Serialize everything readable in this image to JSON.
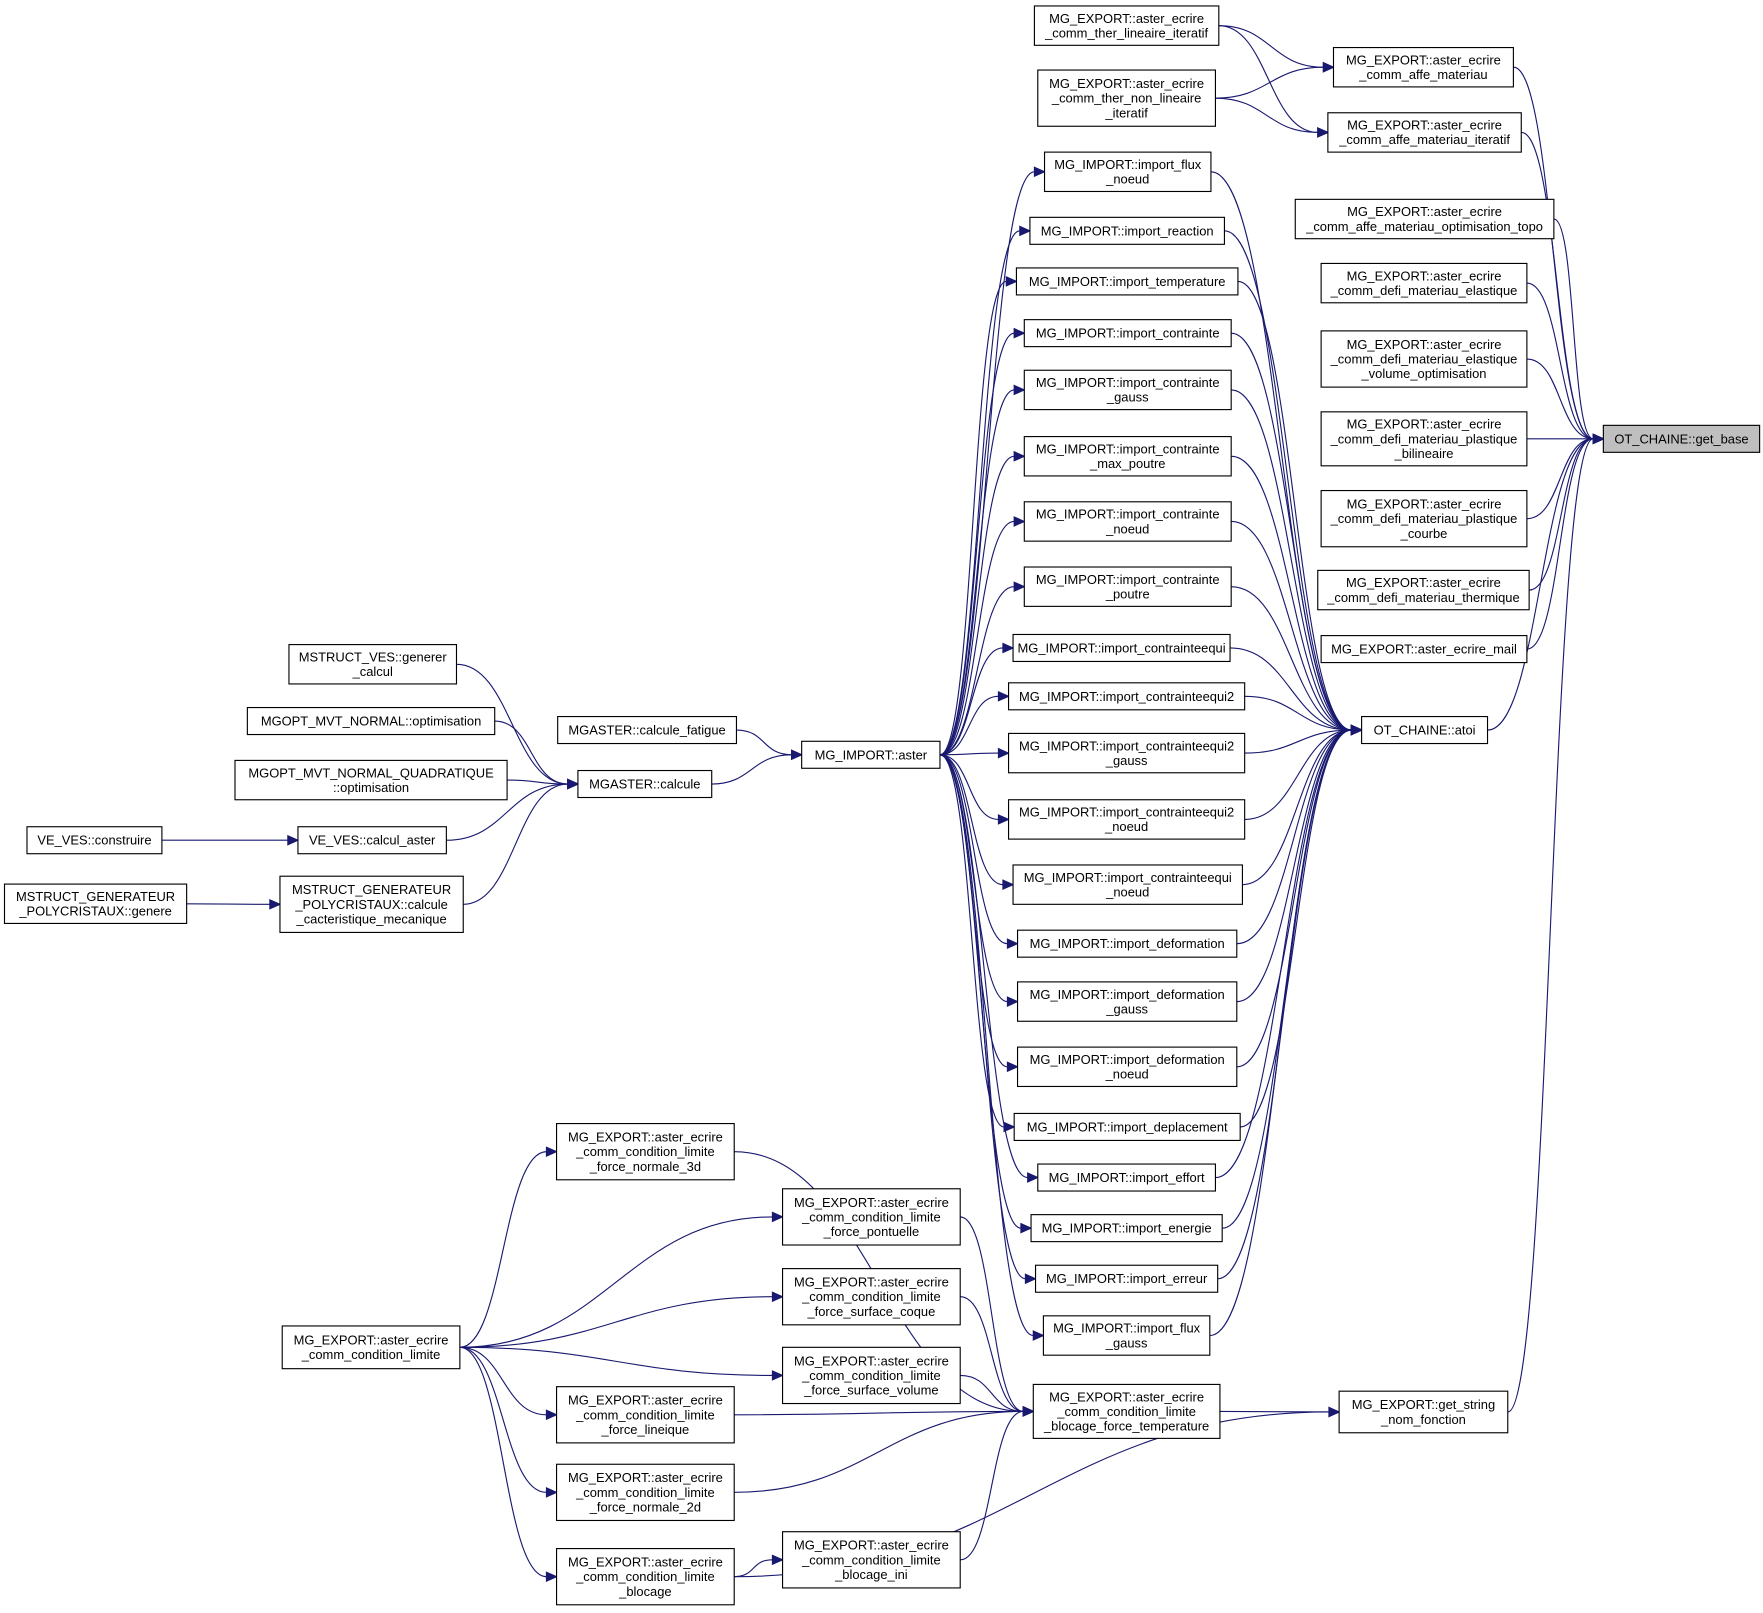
{
  "diagram": {
    "type": "doxygen-caller-graph",
    "focus_node": "get_base",
    "colors": {
      "edge": "#191970",
      "focus_fill": "#bfbfbf",
      "node_fill": "#ffffff",
      "border": "#000000"
    },
    "nodes": {
      "get_base": [
        "OT_CHAINE::get_base"
      ],
      "atoi": [
        "OT_CHAINE::atoi"
      ],
      "affe_mat": [
        "MG_EXPORT::aster_ecrire",
        "_comm_affe_materiau"
      ],
      "affe_mat_it": [
        "MG_EXPORT::aster_ecrire",
        "_comm_affe_materiau_iteratif"
      ],
      "ther_lin": [
        "MG_EXPORT::aster_ecrire",
        "_comm_ther_lineaire_iteratif"
      ],
      "ther_nonlin": [
        "MG_EXPORT::aster_ecrire",
        "_comm_ther_non_lineaire",
        "_iteratif"
      ],
      "affe_opt": [
        "MG_EXPORT::aster_ecrire",
        "_comm_affe_materiau_optimisation_topo"
      ],
      "defi_elas": [
        "MG_EXPORT::aster_ecrire",
        "_comm_defi_materiau_elastique"
      ],
      "defi_elas_vol": [
        "MG_EXPORT::aster_ecrire",
        "_comm_defi_materiau_elastique",
        "_volume_optimisation"
      ],
      "defi_plast_bil": [
        "MG_EXPORT::aster_ecrire",
        "_comm_defi_materiau_plastique",
        "_bilineaire"
      ],
      "defi_plast_courbe": [
        "MG_EXPORT::aster_ecrire",
        "_comm_defi_materiau_plastique",
        "_courbe"
      ],
      "defi_therm": [
        "MG_EXPORT::aster_ecrire",
        "_comm_defi_materiau_thermique"
      ],
      "mail": [
        "MG_EXPORT::aster_ecrire_mail"
      ],
      "flux_noeud": [
        "MG_IMPORT::import_flux",
        "_noeud"
      ],
      "reaction": [
        "MG_IMPORT::import_reaction"
      ],
      "temperature": [
        "MG_IMPORT::import_temperature"
      ],
      "contrainte": [
        "MG_IMPORT::import_contrainte"
      ],
      "contrainte_gauss": [
        "MG_IMPORT::import_contrainte",
        "_gauss"
      ],
      "contrainte_max_poutre": [
        "MG_IMPORT::import_contrainte",
        "_max_poutre"
      ],
      "contrainte_noeud": [
        "MG_IMPORT::import_contrainte",
        "_noeud"
      ],
      "contrainte_poutre": [
        "MG_IMPORT::import_contrainte",
        "_poutre"
      ],
      "cequi": [
        "MG_IMPORT::import_contrainteequi"
      ],
      "cequi2": [
        "MG_IMPORT::import_contrainteequi2"
      ],
      "cequi2_gauss": [
        "MG_IMPORT::import_contrainteequi2",
        "_gauss"
      ],
      "cequi2_noeud": [
        "MG_IMPORT::import_contrainteequi2",
        "_noeud"
      ],
      "cequi_noeud": [
        "MG_IMPORT::import_contrainteequi",
        "_noeud"
      ],
      "deformation": [
        "MG_IMPORT::import_deformation"
      ],
      "deformation_gauss": [
        "MG_IMPORT::import_deformation",
        "_gauss"
      ],
      "deformation_noeud": [
        "MG_IMPORT::import_deformation",
        "_noeud"
      ],
      "deplacement": [
        "MG_IMPORT::import_deplacement"
      ],
      "effort": [
        "MG_IMPORT::import_effort"
      ],
      "energie": [
        "MG_IMPORT::import_energie"
      ],
      "erreur": [
        "MG_IMPORT::import_erreur"
      ],
      "flux_gauss": [
        "MG_IMPORT::import_flux",
        "_gauss"
      ],
      "aster": [
        "MG_IMPORT::aster"
      ],
      "calcule_fatigue": [
        "MGASTER::calcule_fatigue"
      ],
      "calcule": [
        "MGASTER::calcule"
      ],
      "generer_calcul": [
        "MSTRUCT_VES::generer",
        "_calcul"
      ],
      "mvt_opt": [
        "MGOPT_MVT_NORMAL::optimisation"
      ],
      "mvt_quad_opt": [
        "MGOPT_MVT_NORMAL_QUADRATIQUE",
        "::optimisation"
      ],
      "calcul_aster": [
        "VE_VES::calcul_aster"
      ],
      "construire": [
        "VE_VES::construire"
      ],
      "calcule_caract": [
        "MSTRUCT_GENERATEUR",
        "_POLYCRISTAUX::calcule",
        "_cacteristique_mecanique"
      ],
      "genere": [
        "MSTRUCT_GENERATEUR",
        "_POLYCRISTAUX::genere"
      ],
      "get_string": [
        "MG_EXPORT::get_string",
        "_nom_fonction"
      ],
      "blocage_ft": [
        "MG_EXPORT::aster_ecrire",
        "_comm_condition_limite",
        "_blocage_force_temperature"
      ],
      "cl_normale_3d": [
        "MG_EXPORT::aster_ecrire",
        "_comm_condition_limite",
        "_force_normale_3d"
      ],
      "cl_pontuelle": [
        "MG_EXPORT::aster_ecrire",
        "_comm_condition_limite",
        "_force_pontuelle"
      ],
      "cl_surf_coque": [
        "MG_EXPORT::aster_ecrire",
        "_comm_condition_limite",
        "_force_surface_coque"
      ],
      "cl_surf_vol": [
        "MG_EXPORT::aster_ecrire",
        "_comm_condition_limite",
        "_force_surface_volume"
      ],
      "cl_lineique": [
        "MG_EXPORT::aster_ecrire",
        "_comm_condition_limite",
        "_force_lineique"
      ],
      "cl_normale_2d": [
        "MG_EXPORT::aster_ecrire",
        "_comm_condition_limite",
        "_force_normale_2d"
      ],
      "cl_blocage": [
        "MG_EXPORT::aster_ecrire",
        "_comm_condition_limite",
        "_blocage"
      ],
      "cl_blocage_ini": [
        "MG_EXPORT::aster_ecrire",
        "_comm_condition_limite",
        "_blocage_ini"
      ],
      "cl": [
        "MG_EXPORT::aster_ecrire",
        "_comm_condition_limite"
      ]
    },
    "edges": [
      [
        "affe_mat",
        "get_base"
      ],
      [
        "affe_mat_it",
        "get_base"
      ],
      [
        "affe_opt",
        "get_base"
      ],
      [
        "defi_elas",
        "get_base"
      ],
      [
        "defi_elas_vol",
        "get_base"
      ],
      [
        "defi_plast_bil",
        "get_base"
      ],
      [
        "defi_plast_courbe",
        "get_base"
      ],
      [
        "defi_therm",
        "get_base"
      ],
      [
        "mail",
        "get_base"
      ],
      [
        "atoi",
        "get_base"
      ],
      [
        "get_string",
        "get_base"
      ],
      [
        "ther_lin",
        "affe_mat"
      ],
      [
        "ther_lin",
        "affe_mat_it"
      ],
      [
        "ther_nonlin",
        "affe_mat"
      ],
      [
        "ther_nonlin",
        "affe_mat_it"
      ],
      [
        "flux_noeud",
        "atoi"
      ],
      [
        "reaction",
        "atoi"
      ],
      [
        "temperature",
        "atoi"
      ],
      [
        "contrainte",
        "atoi"
      ],
      [
        "contrainte_gauss",
        "atoi"
      ],
      [
        "contrainte_max_poutre",
        "atoi"
      ],
      [
        "contrainte_noeud",
        "atoi"
      ],
      [
        "contrainte_poutre",
        "atoi"
      ],
      [
        "cequi",
        "atoi"
      ],
      [
        "cequi2",
        "atoi"
      ],
      [
        "cequi2_gauss",
        "atoi"
      ],
      [
        "cequi2_noeud",
        "atoi"
      ],
      [
        "cequi_noeud",
        "atoi"
      ],
      [
        "deformation",
        "atoi"
      ],
      [
        "deformation_gauss",
        "atoi"
      ],
      [
        "deformation_noeud",
        "atoi"
      ],
      [
        "deplacement",
        "atoi"
      ],
      [
        "effort",
        "atoi"
      ],
      [
        "energie",
        "atoi"
      ],
      [
        "erreur",
        "atoi"
      ],
      [
        "flux_gauss",
        "atoi"
      ],
      [
        "aster",
        "flux_noeud"
      ],
      [
        "aster",
        "reaction"
      ],
      [
        "aster",
        "temperature"
      ],
      [
        "aster",
        "contrainte"
      ],
      [
        "aster",
        "contrainte_gauss"
      ],
      [
        "aster",
        "contrainte_max_poutre"
      ],
      [
        "aster",
        "contrainte_noeud"
      ],
      [
        "aster",
        "contrainte_poutre"
      ],
      [
        "aster",
        "cequi"
      ],
      [
        "aster",
        "cequi2"
      ],
      [
        "aster",
        "cequi2_gauss"
      ],
      [
        "aster",
        "cequi2_noeud"
      ],
      [
        "aster",
        "cequi_noeud"
      ],
      [
        "aster",
        "deformation"
      ],
      [
        "aster",
        "deformation_gauss"
      ],
      [
        "aster",
        "deformation_noeud"
      ],
      [
        "aster",
        "deplacement"
      ],
      [
        "aster",
        "effort"
      ],
      [
        "aster",
        "energie"
      ],
      [
        "aster",
        "erreur"
      ],
      [
        "aster",
        "flux_gauss"
      ],
      [
        "calcule_fatigue",
        "aster"
      ],
      [
        "calcule",
        "aster"
      ],
      [
        "generer_calcul",
        "calcule"
      ],
      [
        "mvt_opt",
        "calcule"
      ],
      [
        "mvt_quad_opt",
        "calcule"
      ],
      [
        "calcul_aster",
        "calcule"
      ],
      [
        "calcule_caract",
        "calcule"
      ],
      [
        "construire",
        "calcul_aster"
      ],
      [
        "genere",
        "calcule_caract"
      ],
      [
        "blocage_ft",
        "get_string"
      ],
      [
        "cl_blocage",
        "get_string"
      ],
      [
        "cl_normale_3d",
        "blocage_ft"
      ],
      [
        "cl_pontuelle",
        "blocage_ft"
      ],
      [
        "cl_surf_coque",
        "blocage_ft"
      ],
      [
        "cl_surf_vol",
        "blocage_ft"
      ],
      [
        "cl_lineique",
        "blocage_ft"
      ],
      [
        "cl_normale_2d",
        "blocage_ft"
      ],
      [
        "cl_blocage_ini",
        "blocage_ft"
      ],
      [
        "cl_blocage",
        "cl_blocage_ini"
      ],
      [
        "cl",
        "cl_normale_3d"
      ],
      [
        "cl",
        "cl_pontuelle"
      ],
      [
        "cl",
        "cl_surf_coque"
      ],
      [
        "cl",
        "cl_surf_vol"
      ],
      [
        "cl",
        "cl_lineique"
      ],
      [
        "cl",
        "cl_normale_2d"
      ],
      [
        "cl",
        "cl_blocage"
      ]
    ]
  }
}
